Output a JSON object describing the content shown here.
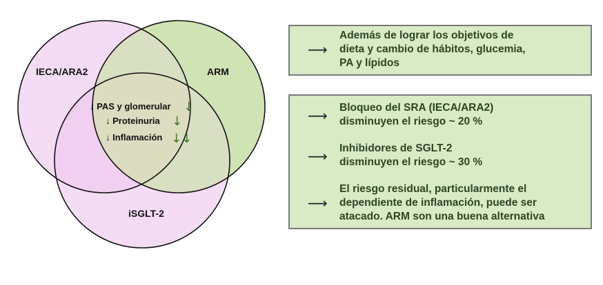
{
  "venn": {
    "sets": [
      {
        "label": "IECA/ARA2",
        "color": "#f4dcf4"
      },
      {
        "label": "ARM",
        "color": "#cfe3b4"
      },
      {
        "label": "iSGLT-2",
        "color": "#f4dcf4"
      }
    ],
    "center_lines": [
      {
        "text": "↓ PAS y glomerular",
        "green_marks": "↓"
      },
      {
        "text": "↓ Proteinuria",
        "green_marks": "↓"
      },
      {
        "text": "↓ Inflamación",
        "green_marks": "↓↓"
      }
    ],
    "colors": {
      "overlap": "#dfe0c8",
      "outline": "#111111",
      "green_arrow": "#3f7a2a"
    }
  },
  "box1": {
    "arrow": "⟶",
    "lines": [
      "Además de lograr los objetivos de",
      "dieta y cambio de hábitos, glucemia,",
      "PA y lípidos"
    ]
  },
  "box2": {
    "items": [
      {
        "arrow": "⟶",
        "lines": [
          "Bloqueo del SRA (IECA/ARA2)",
          "disminuyen el riesgo ~ 20 %"
        ]
      },
      {
        "arrow": "⟶",
        "lines": [
          "Inhibidores de SGLT-2",
          "disminuyen el riesgo  ~ 30 %"
        ]
      },
      {
        "arrow": "⟶",
        "lines": [
          "El riesgo residual, particularmente el",
          "dependiente de  inflamación, puede ser",
          "atacado. ARM son una buena alternativa"
        ]
      }
    ]
  },
  "colors": {
    "box_fill": "#d8ebc4",
    "box_border": "#7a7a7a",
    "text": "#2d4422"
  }
}
